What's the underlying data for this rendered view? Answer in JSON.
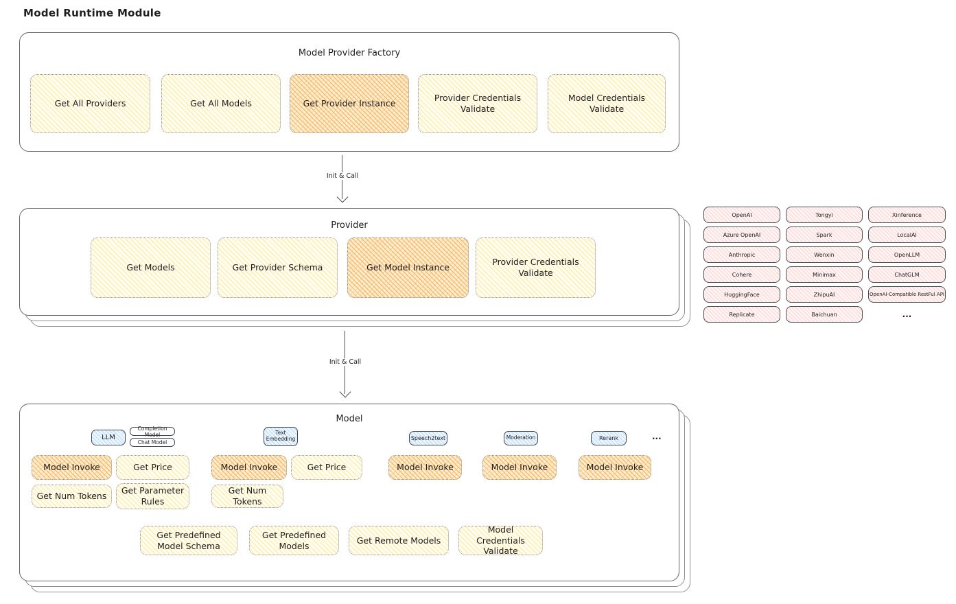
{
  "page": {
    "title": "Model Runtime Module"
  },
  "arrows": {
    "arrow1_label": "Init & Call",
    "arrow2_label": "Init & Call"
  },
  "factory": {
    "title": "Model Provider Factory",
    "boxes": [
      {
        "label": "Get All Providers"
      },
      {
        "label": "Get All Models"
      },
      {
        "label": "Get Provider Instance"
      },
      {
        "label": "Provider Credentials Validate"
      },
      {
        "label": "Model Credentials Validate"
      }
    ]
  },
  "provider": {
    "title": "Provider",
    "boxes": [
      {
        "label": "Get Models"
      },
      {
        "label": "Get Provider Schema"
      },
      {
        "label": "Get Model Instance"
      },
      {
        "label": "Provider Credentials Validate"
      }
    ]
  },
  "provider_list": {
    "items": [
      "OpenAI",
      "Tongyi",
      "Xinference",
      "Azure OpenAI",
      "Spark",
      "LocalAI",
      "Anthropic",
      "Wenxin",
      "OpenLLM",
      "Cohere",
      "Minimax",
      "ChatGLM",
      "HuggingFace",
      "ZhipuAI",
      "OpenAI-Compatible RestFul API",
      "Replicate",
      "Baichuan"
    ],
    "ellipsis": "..."
  },
  "model": {
    "title": "Model",
    "ellipsis": "...",
    "tabs": [
      {
        "label": "LLM"
      },
      {
        "label": "Completion Model"
      },
      {
        "label": "Chat Model"
      },
      {
        "label": "Text Embedding"
      },
      {
        "label": "Speech2text"
      },
      {
        "label": "Moderation"
      },
      {
        "label": "Rerank"
      }
    ],
    "functions": [
      {
        "label": "Model Invoke"
      },
      {
        "label": "Get Price"
      },
      {
        "label": "Get Num Tokens"
      },
      {
        "label": "Get Parameter Rules"
      },
      {
        "label": "Model Invoke"
      },
      {
        "label": "Get Price"
      },
      {
        "label": "Get Num Tokens"
      },
      {
        "label": "Model Invoke"
      },
      {
        "label": "Model Invoke"
      },
      {
        "label": "Model Invoke"
      }
    ],
    "bottom_boxes": [
      {
        "label": "Get Predefined Model Schema"
      },
      {
        "label": "Get Predefined Models"
      },
      {
        "label": "Get Remote Models"
      },
      {
        "label": "Model Credentials Validate"
      }
    ]
  },
  "colors": {
    "highlight_fill": "#f5b95f",
    "light_fill": "#ffec99",
    "pink_fill": "#ffc9c9",
    "blue_fill": "#a5d8ff",
    "stroke": "#4d4d4d"
  }
}
